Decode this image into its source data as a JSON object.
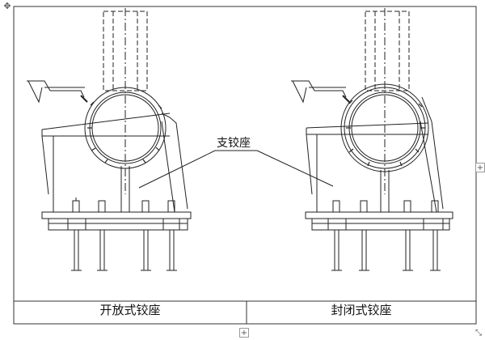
{
  "handles": {
    "move_glyph": "✥",
    "add_glyph": "+",
    "resize_glyph": "⤡"
  },
  "diagram": {
    "callout_label": "支铰座",
    "captions": [
      "开放式铰座",
      "封闭式铰座"
    ]
  },
  "colors": {
    "line": "#222222",
    "frame": "#333333"
  }
}
